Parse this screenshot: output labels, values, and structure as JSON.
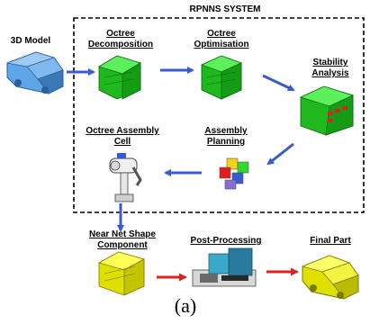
{
  "system_title": "RPNNS SYSTEM",
  "nodes": {
    "model_3d": "3D Model",
    "octree_decomposition": [
      "Octree",
      "Decomposition"
    ],
    "octree_optimisation": [
      "Octree",
      "Optimisation"
    ],
    "stability_analysis": [
      "Stability",
      "Analysis"
    ],
    "assembly_planning": [
      "Assembly",
      "Planning"
    ],
    "octree_assembly_cell": [
      "Octree Assembly",
      "Cell"
    ],
    "near_net_shape": [
      "Near Net Shape",
      "Component"
    ],
    "post_processing": "Post-Processing",
    "final_part": "Final Part"
  },
  "caption": "(a)",
  "colors": {
    "blue_part": "#4f93d6",
    "green_part": "#2fd92f",
    "yellow_part": "#f2f200",
    "arrow_blue": "#3a5ad0",
    "arrow_red": "#e02020",
    "dashed_border": "#000000"
  }
}
